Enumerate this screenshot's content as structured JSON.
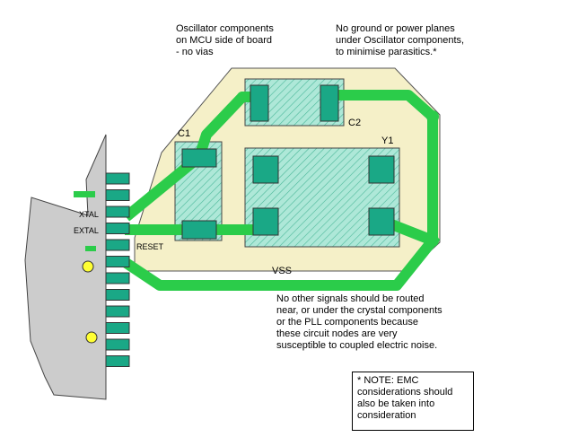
{
  "annotations": {
    "oscillator_side": [
      "Oscillator components",
      "on MCU side of board",
      "- no vias"
    ],
    "no_planes": [
      "No ground or power planes",
      "under Oscillator components,",
      "to minimise parasitics.*"
    ],
    "routing_note": [
      "No other signals should be routed",
      "near, or under the crystal components",
      "or the PLL components because",
      "these circuit nodes are very",
      "susceptible to coupled electric noise."
    ],
    "emc_note": [
      "* NOTE: EMC",
      "considerations should",
      "also be taken into",
      "consideration"
    ]
  },
  "components": {
    "c1": "C1",
    "c2": "C2",
    "y1": "Y1"
  },
  "pins": {
    "xtal": "XTAL",
    "extal": "EXTAL",
    "reset": "RESET"
  },
  "nets": {
    "vss": "VSS"
  },
  "colors": {
    "trace": "#2bcc4a",
    "pad": "#1aa886",
    "region": "#f5f0c8",
    "hatch_bg": "#aee8d8",
    "chip": "#cccccc",
    "via": "#ffff33"
  }
}
